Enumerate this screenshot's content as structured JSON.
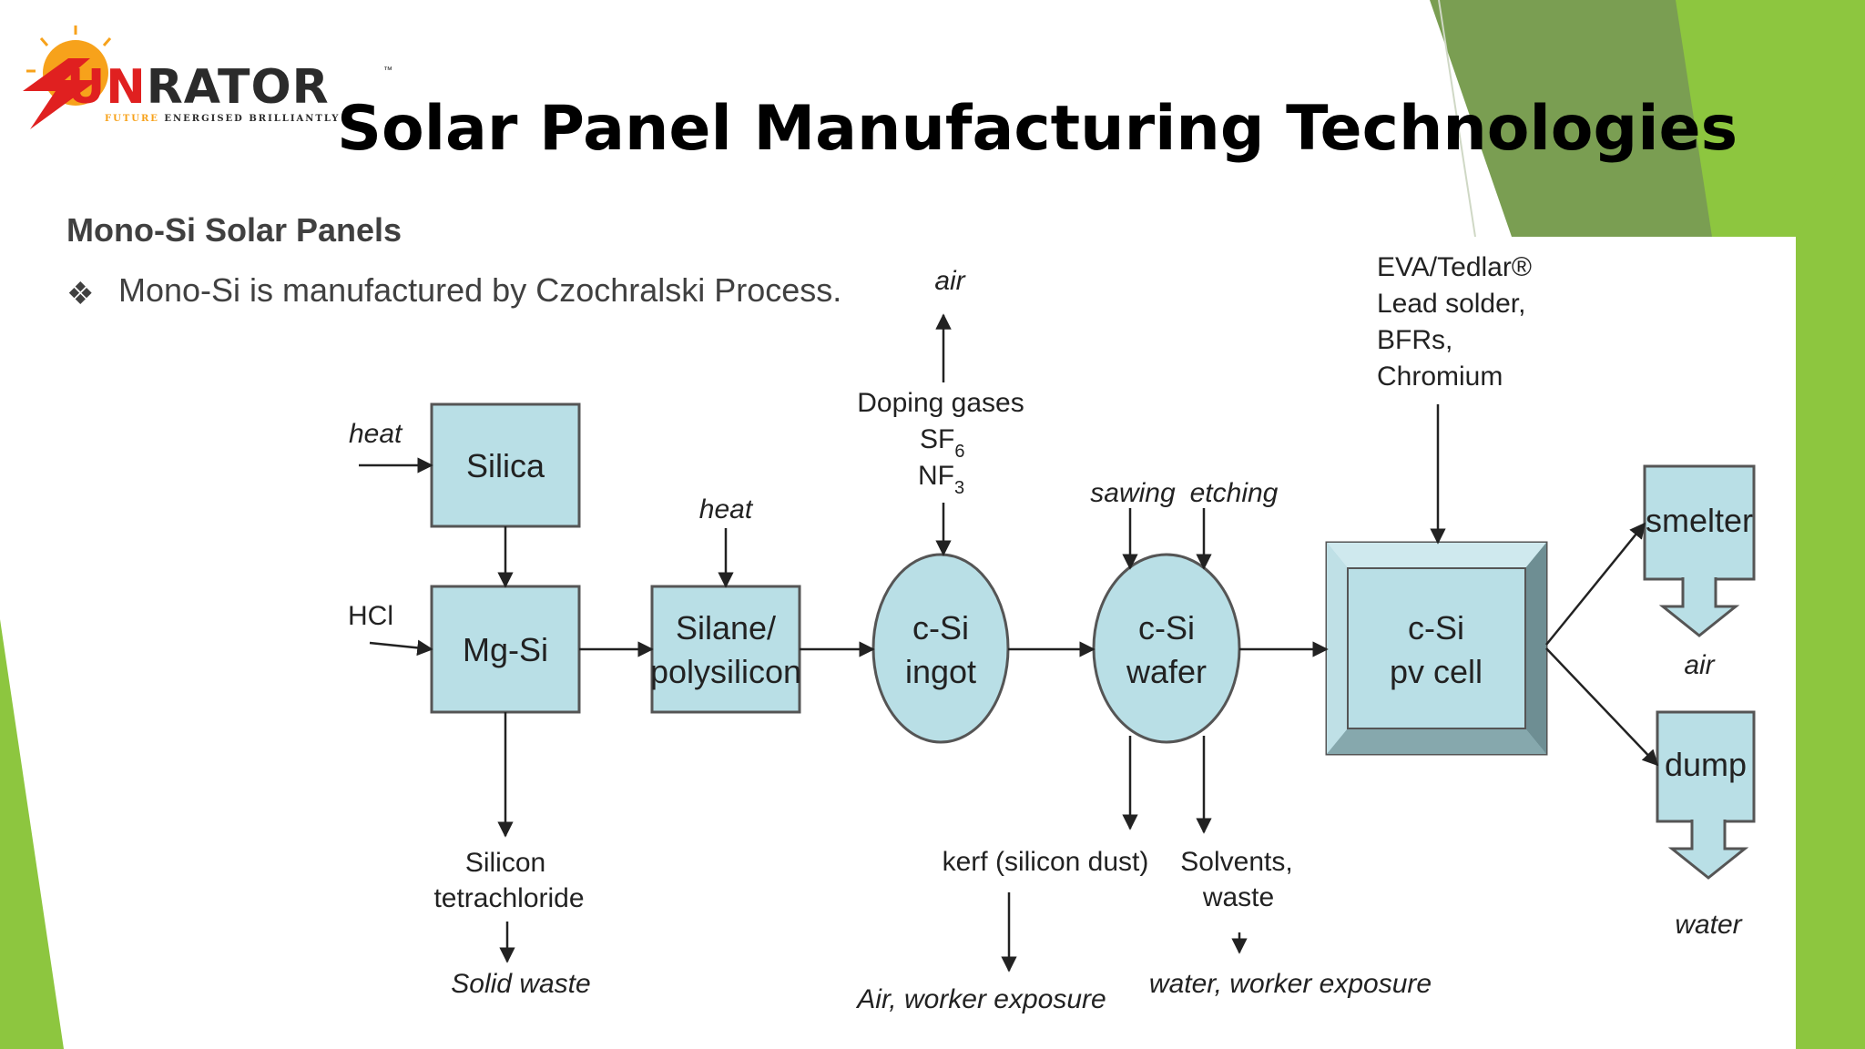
{
  "logo": {
    "name_red": "S",
    "name_red2": "UN",
    "name_dark": "RATOR",
    "tm": "™",
    "tagline_red": "FUTURE",
    "tagline": "ENERGISED BRILLIANTLY"
  },
  "title": "Solar Panel Manufacturing Technologies",
  "subtitle": "Mono-Si Solar Panels",
  "bullet": {
    "symbol": "❖",
    "text": "Mono-Si is manufactured by Czochralski Process."
  },
  "colors": {
    "accent_green": "#8dc63f",
    "accent_green_dark": "#6a9a3e",
    "box_fill": "#b9dfe6",
    "box_stroke": "#555555",
    "bevel_outer": "#a3ccd3",
    "bevel_dark": "#6e8e93"
  },
  "diagram": {
    "nodes": {
      "silica": "Silica",
      "mgsi": "Mg-Si",
      "silane_1": "Silane/",
      "silane_2": "polysilicon",
      "ingot_1": "c-Si",
      "ingot_2": "ingot",
      "wafer_1": "c-Si",
      "wafer_2": "wafer",
      "pvcell_1": "c-Si",
      "pvcell_2": "pv cell",
      "smelter": "smelter",
      "dump": "dump"
    },
    "labels": {
      "heat_1": "heat",
      "hcl": "HCl",
      "heat_2": "heat",
      "air_top": "air",
      "doping_1": "Doping gases",
      "sf": "SF",
      "sf_sub": "6",
      "nf": "NF",
      "nf_sub": "3",
      "sawing": "sawing",
      "etching": "etching",
      "eva_1": "EVA/Tedlar®",
      "eva_2": "Lead solder,",
      "eva_3": "BFRs,",
      "eva_4": "Chromium",
      "sicl_1": "Silicon",
      "sicl_2": "tetrachloride",
      "solid_waste": "Solid waste",
      "kerf": "kerf (silicon dust)",
      "solvents_1": "Solvents,",
      "solvents_2": "waste",
      "air_worker": "Air, worker exposure",
      "water_worker": "water, worker exposure",
      "air_out": "air",
      "water_out": "water"
    }
  }
}
